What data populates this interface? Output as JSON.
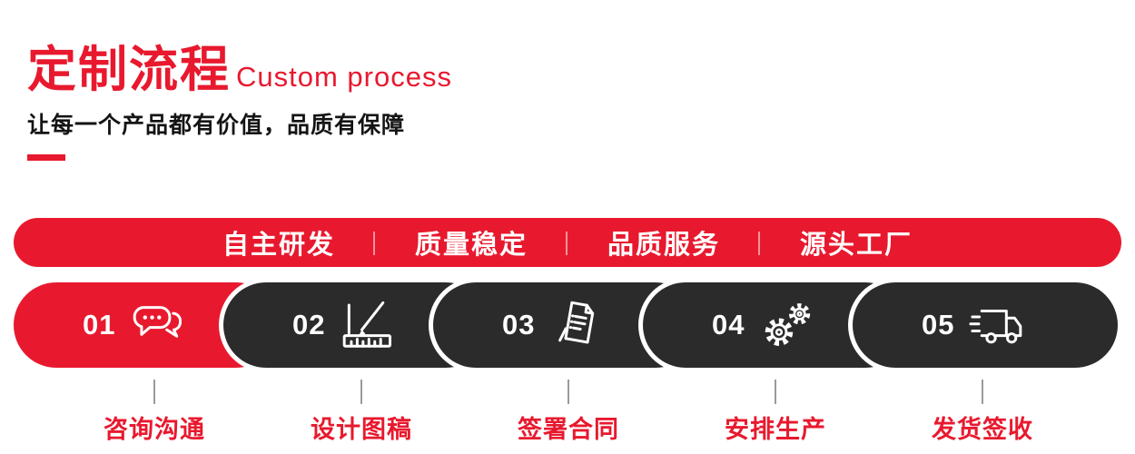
{
  "header": {
    "title_cn": "定制流程",
    "title_en": "Custom process",
    "subtitle": "让每一个产品都有价值，品质有保障"
  },
  "banner": {
    "items": [
      "自主研发",
      "质量稳定",
      "品质服务",
      "源头工厂"
    ],
    "separator": "｜"
  },
  "steps": [
    {
      "number": "01",
      "label": "咨询沟通",
      "icon": "chat-bubbles-icon"
    },
    {
      "number": "02",
      "label": "设计图稿",
      "icon": "ruler-pencil-icon"
    },
    {
      "number": "03",
      "label": "签署合同",
      "icon": "contract-document-icon"
    },
    {
      "number": "04",
      "label": "安排生产",
      "icon": "gears-icon"
    },
    {
      "number": "05",
      "label": "发货签收",
      "icon": "delivery-truck-icon"
    }
  ],
  "colors": {
    "accent": "#e8192e",
    "dark": "#2b2b2b",
    "background": "#ffffff",
    "connector": "#9a9a9a"
  }
}
